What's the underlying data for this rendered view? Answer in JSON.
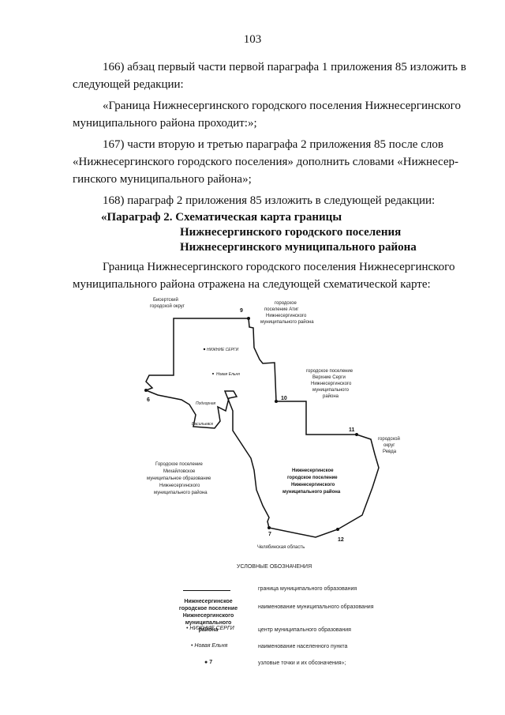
{
  "page_number": "103",
  "paragraphs": {
    "p166_line1": "166) абзац первый части первой параграфа 1 приложения 85 изложить в",
    "p166_line2": "следующей редакции:",
    "quote_line1": "«Граница Нижнесергинского городского поселения Нижнесергинского",
    "quote_line2": "муниципального района проходит:»;",
    "p167_line1": "167) части вторую и третью параграфа 2 приложения 85 после слов",
    "p167_line2": "«Нижнесергинского городского поселения» дополнить словами «Нижнесер-",
    "p167_line3": "гинского муниципального района»;",
    "p168": "168) параграф 2 приложения 85 изложить в следующей редакции:",
    "heading_line1": "«Параграф 2. Схематическая карта границы",
    "heading_line2": "Нижнесергинского городского поселения",
    "heading_line3": "Нижнесергинского муниципального района",
    "intro_line1": "Граница Нижнесергинского городского поселения Нижнесергинского",
    "intro_line2": "муниципального района отражена на следующей схематической карте:"
  },
  "map": {
    "labels": {
      "bisert_1": "Бисертский",
      "bisert_2": "городской округ",
      "atig_1": "городское",
      "atig_2": "поселение Атиг",
      "atig_3": "Нижнесергинского",
      "atig_4": "муниципального района",
      "verhnie_1": "городское поселение",
      "verhnie_2": "Верхние Серги",
      "verhnie_3": "Нижнесергинского",
      "verhnie_4": "муниципального",
      "verhnie_5": "района",
      "revda_1": "городской",
      "revda_2": "округ",
      "revda_3": "Ревда",
      "mikh_1": "Городское поселение",
      "mikh_2": "Михайловское",
      "mikh_3": "муниципальное образование",
      "mikh_4": "Нижнесергинского",
      "mikh_5": "муниципального района",
      "main_1": "Нижнесергинское",
      "main_2": "городское поселение",
      "main_3": "Нижнесергинского",
      "main_4": "муниципального района",
      "chel": "Челябинская область",
      "center": "НИЖНИЕ СЕРГИ",
      "novaya": "Новая Ельня",
      "podgornaya": "Подгорная",
      "vasilyevsk": "Васильевск"
    },
    "node_points": [
      "9",
      "6",
      "10",
      "11",
      "7",
      "12"
    ]
  },
  "legend": {
    "title": "УСЛОВНЫЕ ОБОЗНАЧЕНИЯ",
    "items": [
      {
        "sample": "",
        "desc": "граница муниципального образования"
      },
      {
        "sample_lines": [
          "Нижнесергинское",
          "городское поселение",
          "Нижнесергинского",
          "муниципального района"
        ],
        "desc": "наименование муниципального образования"
      },
      {
        "sample": "НИЖНИЕ СЕРГИ",
        "desc": "центр муниципального образования"
      },
      {
        "sample": "Новая Ельня",
        "desc": "наименование населенного пункта"
      },
      {
        "sample": "7",
        "desc": "узловые точки и их обозначения»;"
      }
    ]
  }
}
